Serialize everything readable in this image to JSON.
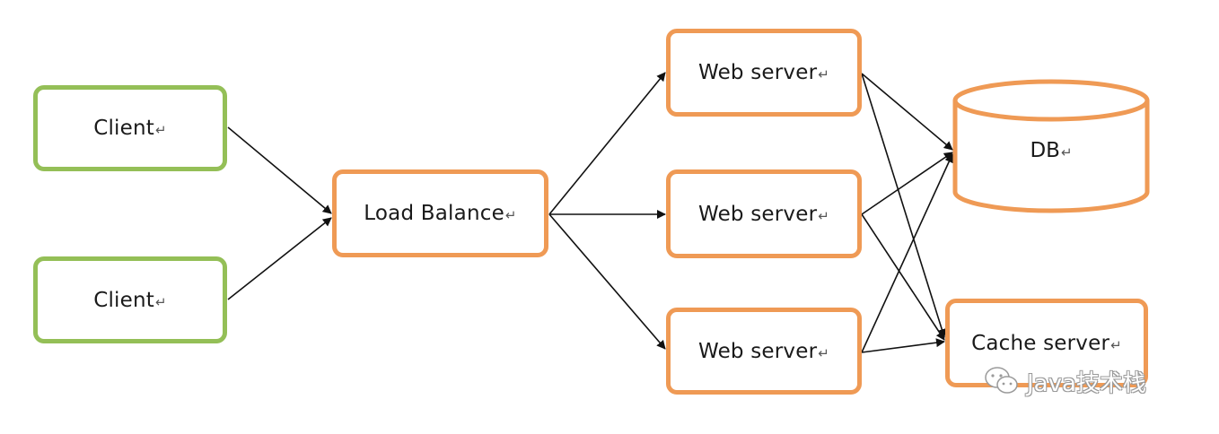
{
  "diagram": {
    "clients": [
      {
        "label": "Client"
      },
      {
        "label": "Client"
      }
    ],
    "load_balancer": {
      "label": "Load Balance"
    },
    "web_servers": [
      {
        "label": "Web server"
      },
      {
        "label": "Web server"
      },
      {
        "label": "Web server"
      }
    ],
    "db": {
      "label": "DB"
    },
    "cache": {
      "label": "Cache server"
    },
    "paragraph_mark": "↵",
    "colors": {
      "client_border": "#94bf57",
      "server_border": "#ef9a55",
      "arrow": "#111111"
    }
  },
  "watermark": {
    "text": "Java技术栈",
    "icon": "wechat-icon"
  }
}
